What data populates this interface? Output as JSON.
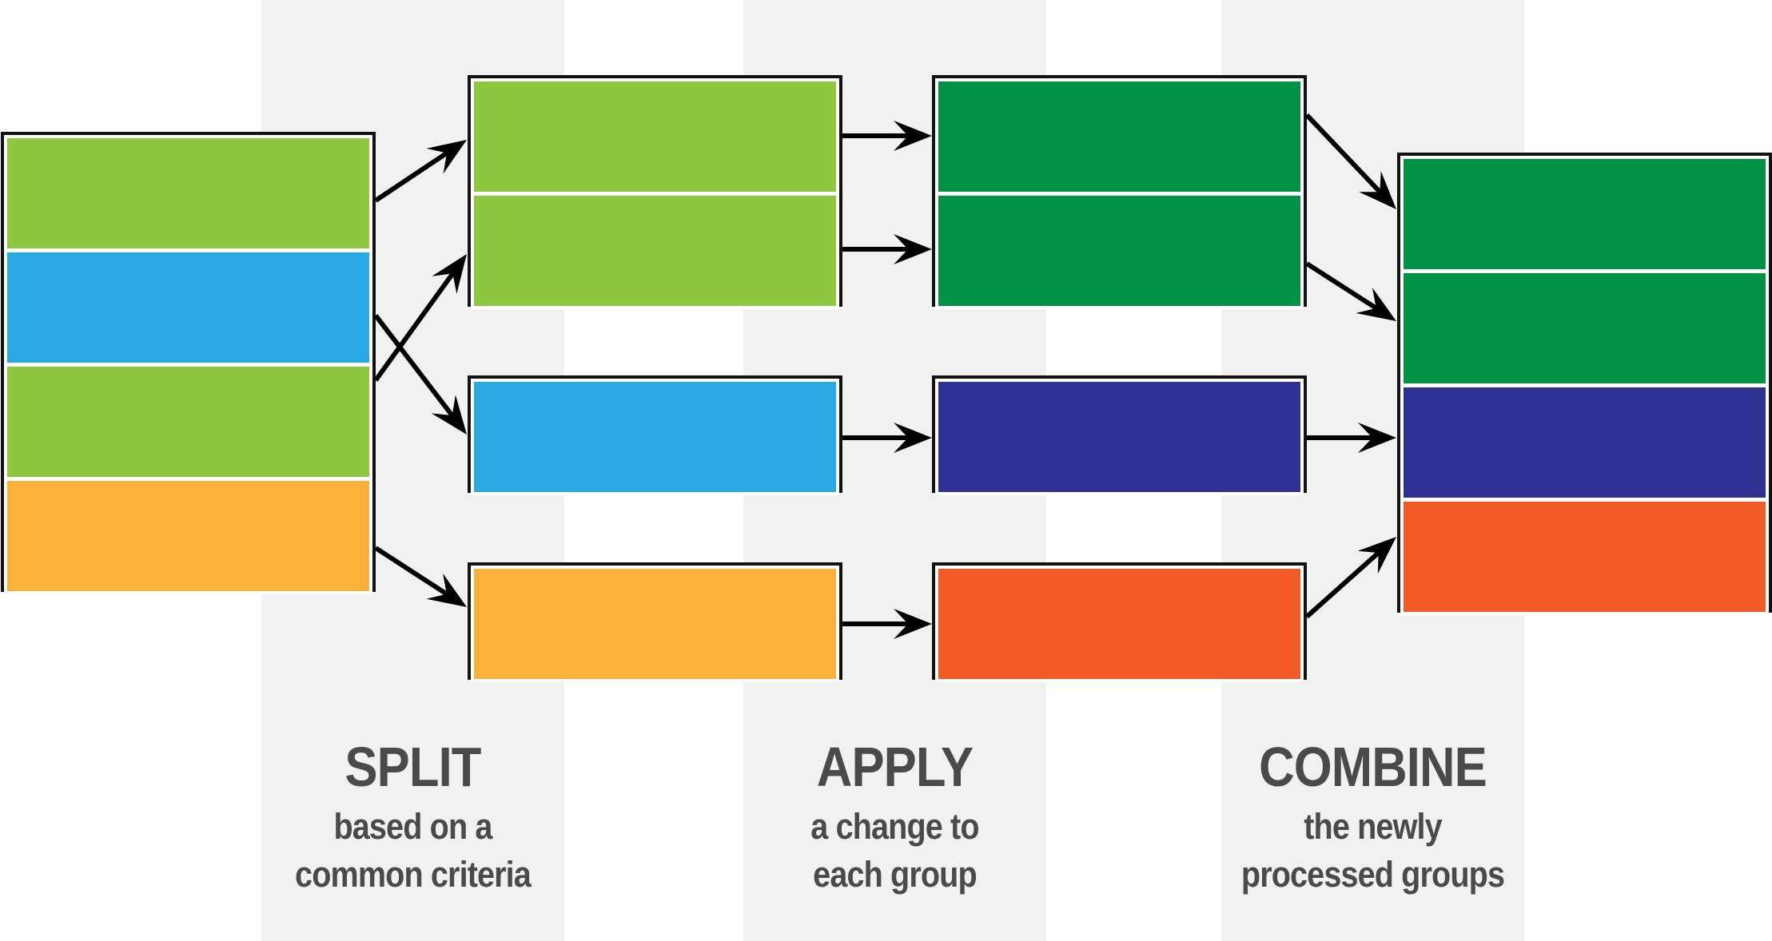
{
  "stages": [
    {
      "title": "SPLIT",
      "desc_line1": "based on a",
      "desc_line2": "common criteria"
    },
    {
      "title": "APPLY",
      "desc_line1": "a change to",
      "desc_line2": "each group"
    },
    {
      "title": "COMBINE",
      "desc_line1": "the newly",
      "desc_line2": "processed groups"
    }
  ],
  "colors": {
    "light_green": "#8dc63f",
    "light_blue": "#29a9e1",
    "yellow": "#fbb03b",
    "dark_green": "#009345",
    "dark_blue": "#2e3192",
    "orange": "#f15a24",
    "band": "#f1f1f1",
    "arrow": "#000000",
    "text": "#4a4a4a"
  },
  "groups": {
    "input": [
      "light_green",
      "light_blue",
      "light_green",
      "yellow"
    ],
    "split": [
      [
        "light_green",
        "light_green"
      ],
      [
        "light_blue"
      ],
      [
        "yellow"
      ]
    ],
    "applied": [
      [
        "dark_green",
        "dark_green"
      ],
      [
        "dark_blue"
      ],
      [
        "orange"
      ]
    ],
    "output": [
      "dark_green",
      "dark_green",
      "dark_blue",
      "orange"
    ]
  }
}
